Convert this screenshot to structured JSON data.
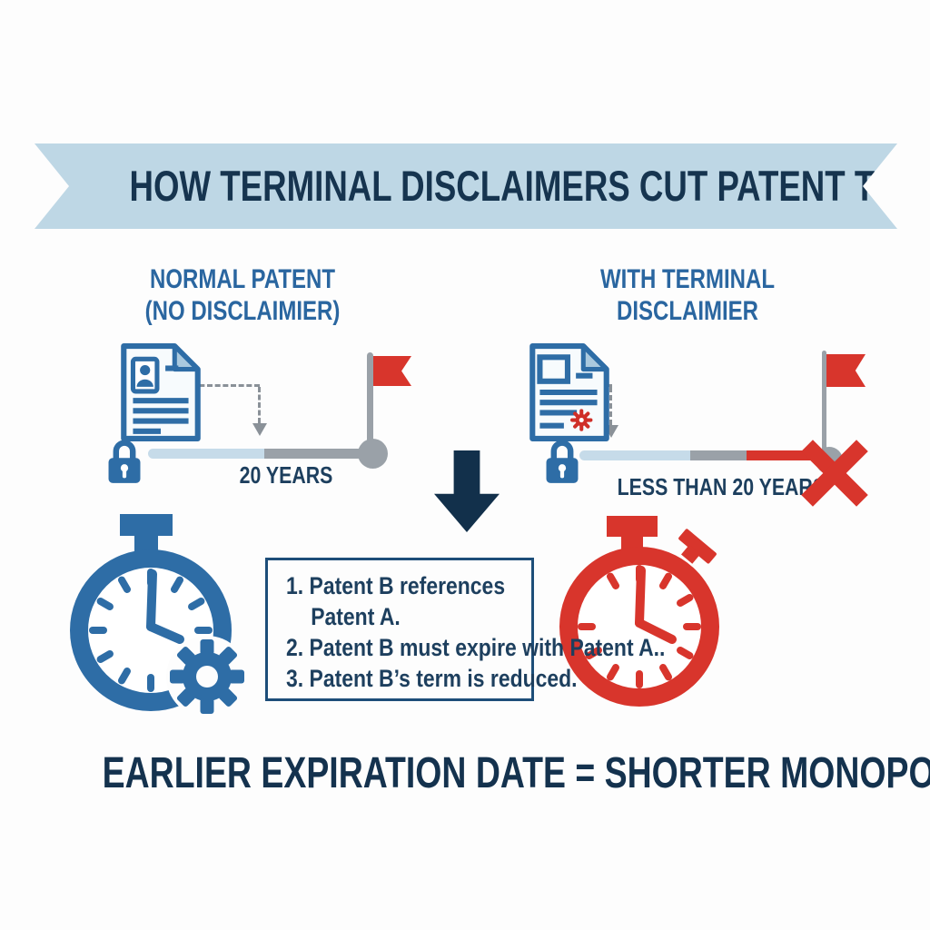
{
  "banner": {
    "title": "HOW TERMINAL DISCLAIMERS CUT PATENT TERM"
  },
  "left_column": {
    "heading_line1": "NORMAL PATENT",
    "heading_line2": "(NO DISCLAIMIER)",
    "timeline_label": "20 YEARS"
  },
  "right_column": {
    "heading_line1": "WITH TERMINAL",
    "heading_line2": "DISCLAIMIER",
    "timeline_label": "LESS THAN 20 YEARS"
  },
  "info_box": {
    "line1": "1. Patent B references",
    "line2": "Patent A.",
    "line3": "2. Patent B must expire with Patent A..",
    "line4": "3. Patent B’s term is reduced."
  },
  "footer": {
    "headline": "EARLIER EXPIRATION DATE = SHORTER MONOPOLY"
  },
  "colors": {
    "background": "#fdfdfd",
    "ribbon_blue": "#bed7e5",
    "title_navy": "#16344f",
    "heading_blue": "#2a66a0",
    "icon_blue": "#2e6da6",
    "timeline_light_blue": "#c6dbe9",
    "timeline_gray": "#9aa1a8",
    "alert_red": "#d8352c",
    "down_arrow_navy": "#12304b"
  },
  "icons": {
    "left_column": [
      "patent-document-icon",
      "lock-icon",
      "flag-icon",
      "timeline-dot",
      "stopwatch-icon",
      "gear-icon"
    ],
    "right_column": [
      "patent-document-icon",
      "lock-icon",
      "flag-icon",
      "x-mark-icon",
      "stopwatch-icon"
    ],
    "center": [
      "down-arrow-icon",
      "elbow-dashed-arrow"
    ]
  }
}
